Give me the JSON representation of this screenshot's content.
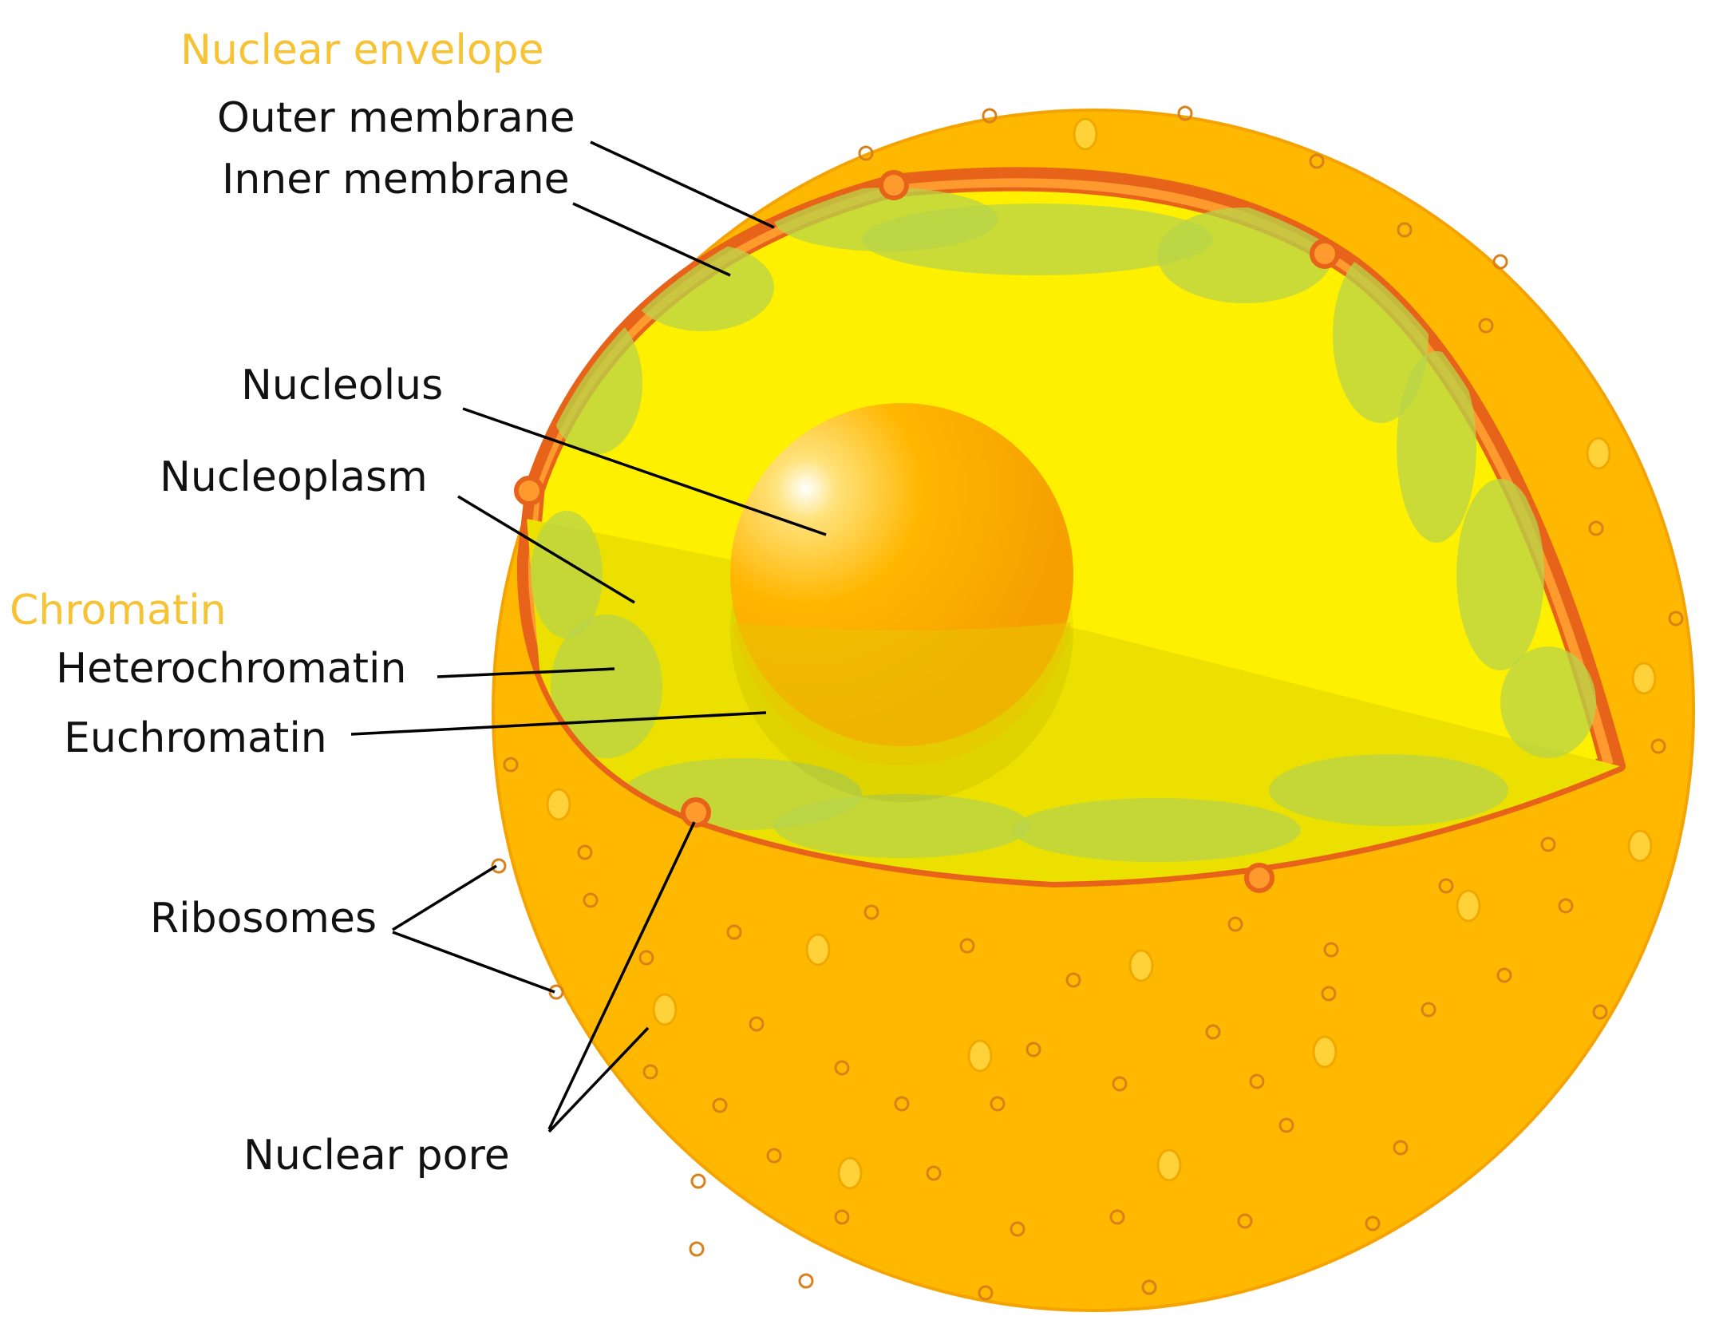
{
  "colors": {
    "cytoplasm": "#ffb800",
    "cytoplasm_edge": "#f4a300",
    "nucleoplasm": "#fff000",
    "nucleoplasm_shade": "#ebe000",
    "heterochromatin": "#b8d44a",
    "envelope": "#e8631a",
    "envelope_inner": "#ff9a2e",
    "nucleolus": "#ffb000",
    "ribosome": "#d9801a",
    "vesicle": "#ffd23a",
    "group_heading": "#f7c233",
    "label_text": "#111111",
    "leader_line": "#000000"
  },
  "labels": {
    "nuclear_envelope": "Nuclear envelope",
    "outer_membrane": "Outer membrane",
    "inner_membrane": "Inner membrane",
    "nucleolus": "Nucleolus",
    "nucleoplasm": "Nucleoplasm",
    "chromatin": "Chromatin",
    "heterochromatin": "Heterochromatin",
    "euchromatin": "Euchromatin",
    "ribosomes": "Ribosomes",
    "nuclear_pore": "Nuclear pore"
  }
}
